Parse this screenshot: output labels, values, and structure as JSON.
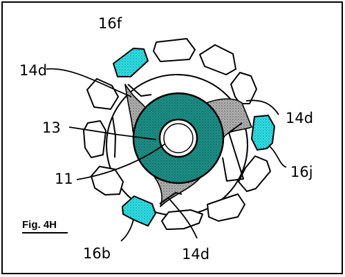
{
  "figure": {
    "caption": "Fig. 4H"
  },
  "labels": {
    "l16f": "16f",
    "l14d_left": "14d",
    "l14d_right": "14d",
    "l13": "13",
    "l11": "11",
    "l16j": "16j",
    "l16b": "16b",
    "l14d_bottom": "14d"
  },
  "colors": {
    "highlight": "#31e1e8",
    "core": "#1d8f86",
    "stipple": "#a8a8a8",
    "line": "#000000"
  }
}
